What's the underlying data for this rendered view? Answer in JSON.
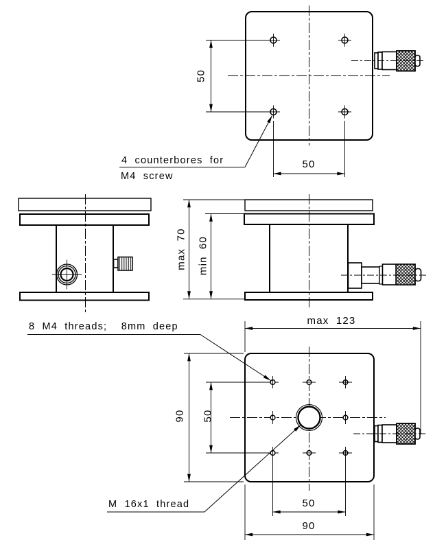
{
  "colors": {
    "line": "#000000",
    "background": "#ffffff"
  },
  "annotations": {
    "counterbores_line1": "4 counterbores for",
    "counterbores_line2": "M4 screw",
    "m4_threads": "8 M4 threads;  8mm deep",
    "m16_thread": "M 16x1 thread"
  },
  "dimensions": {
    "top_hole_spacing_vertical": "50",
    "top_hole_spacing_horizontal": "50",
    "height_max": "max 70",
    "height_min": "min 60",
    "overall_length_max": "max 123",
    "bottom_plate_height": "90",
    "bottom_hole_spacing_vertical": "50",
    "bottom_hole_spacing_horizontal": "50",
    "bottom_plate_width": "90"
  }
}
